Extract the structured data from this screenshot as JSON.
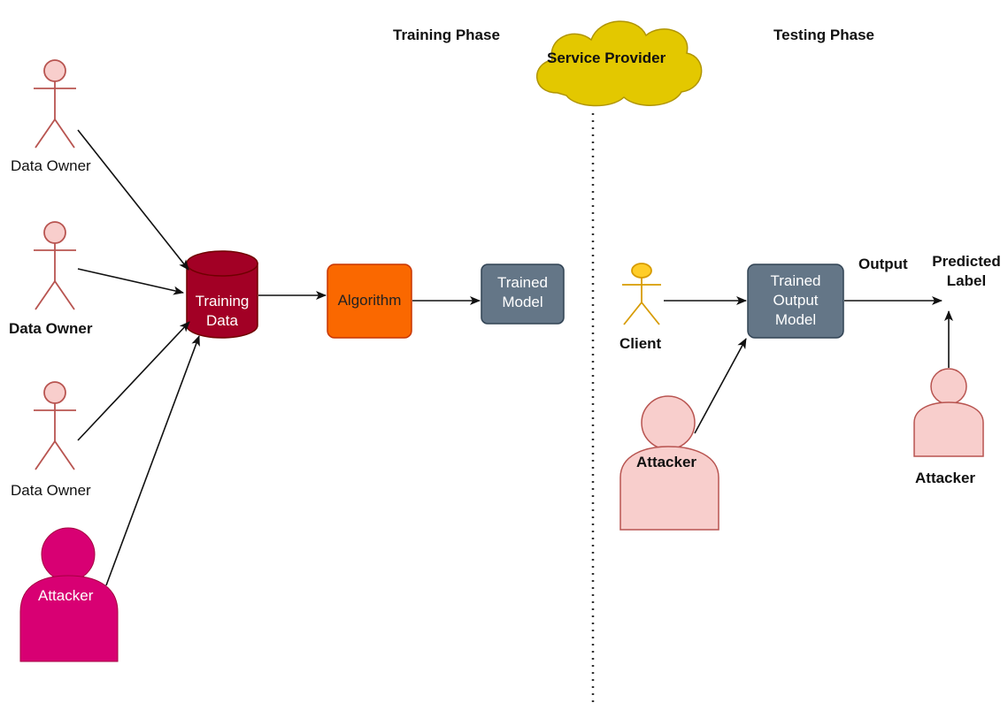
{
  "phases": {
    "training": "Training Phase",
    "testing": "Testing Phase"
  },
  "cloud": {
    "label": "Service Provider"
  },
  "data_owners": [
    {
      "label": "Data Owner",
      "bold": false
    },
    {
      "label": "Data Owner",
      "bold": true
    },
    {
      "label": "Data Owner",
      "bold": false
    }
  ],
  "training_attacker": {
    "label": "Attacker"
  },
  "training_data": {
    "line1": "Training",
    "line2": "Data"
  },
  "algorithm": {
    "label": "Algorithm"
  },
  "trained_model": {
    "line1": "Trained",
    "line2": "Model"
  },
  "client": {
    "label": "Client"
  },
  "trained_output_model": {
    "line1": "Trained",
    "line2": "Output",
    "line3": "Model"
  },
  "output_label": "Output",
  "predicted_label": {
    "line1": "Predicted",
    "line2": "Label"
  },
  "testing_attacker_left": {
    "label": "Attacker"
  },
  "testing_attacker_right": {
    "label": "Attacker"
  },
  "colors": {
    "actor_fill": "#f8cecc",
    "actor_stroke": "#b85450",
    "db_fill": "#a20025",
    "algorithm_fill": "#fa6800",
    "model_fill": "#647687",
    "cloud_fill": "#e3c800",
    "attacker_magenta": "#d80073",
    "client_fill": "#ffcd28",
    "client_stroke": "#d79b00"
  }
}
